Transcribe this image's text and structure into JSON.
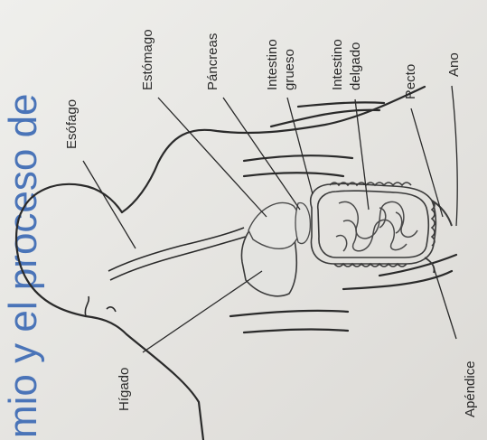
{
  "header_fragment": "mio y el proceso de",
  "labels": {
    "esofago": "Esófago",
    "estomago": "Estómago",
    "pancreas": "Páncreas",
    "intestino_grueso_1": "Intestino",
    "intestino_grueso_2": "grueso",
    "intestino_delgado_1": "Intestino",
    "intestino_delgado_2": "delgado",
    "recto": "Recto",
    "ano": "Ano",
    "higado": "Hígado",
    "apendice": "Apéndice"
  },
  "colors": {
    "paper": "#ebebe8",
    "outline": "#2a2a2a",
    "header_text": "#4a74b8"
  }
}
